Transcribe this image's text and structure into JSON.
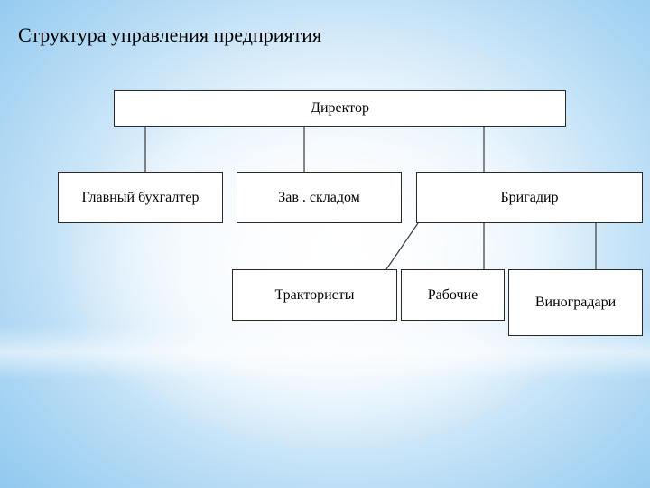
{
  "slide": {
    "title": "Структура управления предприятия"
  },
  "org_chart": {
    "director": "Директор",
    "chief_accountant": "Главный  бухгалтер",
    "warehouse_head": "Зав . складом",
    "foreman": "Бригадир",
    "tractor_drivers": "Трактористы",
    "workers": "Рабочие",
    "winegrowers": "Виноградари"
  }
}
